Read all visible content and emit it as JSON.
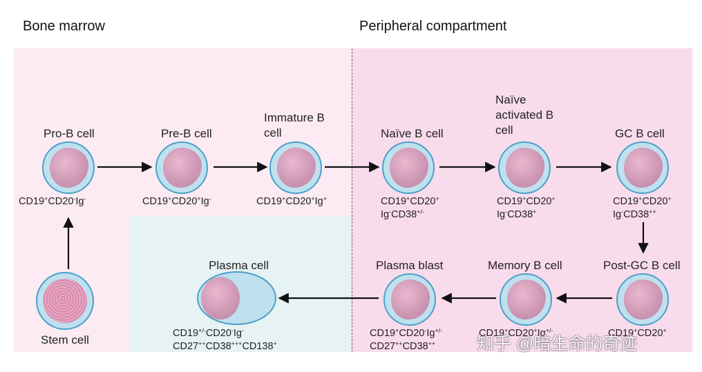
{
  "sections": {
    "bone_marrow": "Bone marrow",
    "peripheral": "Peripheral compartment"
  },
  "cells": {
    "pro_b": {
      "label": "Pro-B cell",
      "marker": "CD19+CD20-Ig-"
    },
    "pre_b": {
      "label": "Pre-B cell",
      "marker": "CD19+CD20+Ig-"
    },
    "immature_b": {
      "label_line1": "Immature B",
      "label_line2": "cell",
      "marker": "CD19+CD20+Ig+"
    },
    "naive_b": {
      "label": "Naïve B cell",
      "marker_line1": "CD19+CD20+",
      "marker_line2": "Ig-CD38+/-"
    },
    "naive_activated_b": {
      "label_line1": "Naïve",
      "label_line2": "activated B",
      "label_line3": "cell",
      "marker_line1": "CD19+CD20+",
      "marker_line2": "Ig-CD38+"
    },
    "gc_b": {
      "label": "GC B cell",
      "marker_line1": "CD19+CD20+",
      "marker_line2": "Ig-CD38++"
    },
    "post_gc_b": {
      "label": "Post-GC B cell",
      "marker_line1": "CD19+CD20+"
    },
    "memory_b": {
      "label": "Memory B cell",
      "marker_line1": "CD19+CD20+Ig+/-"
    },
    "plasma_blast": {
      "label": "Plasma blast",
      "marker_line1": "CD19+CD20-Ig+/-",
      "marker_line2": "CD27++CD38++"
    },
    "plasma_cell": {
      "label": "Plasma cell",
      "marker_line1": "CD19+/-CD20-Ig-",
      "marker_line2": "CD27++CD38+++CD138+"
    },
    "stem_cell": {
      "label": "Stem cell"
    }
  },
  "watermark": "知乎 @暗生命的奇迹",
  "colors": {
    "bone_marrow_bg": "#fcebf3",
    "peripheral_bg": "#f9dcec",
    "plasma_region_bg": "#e7f2f4",
    "cell_membrane": "#4aa0c8",
    "nucleus": "#c58dac"
  }
}
